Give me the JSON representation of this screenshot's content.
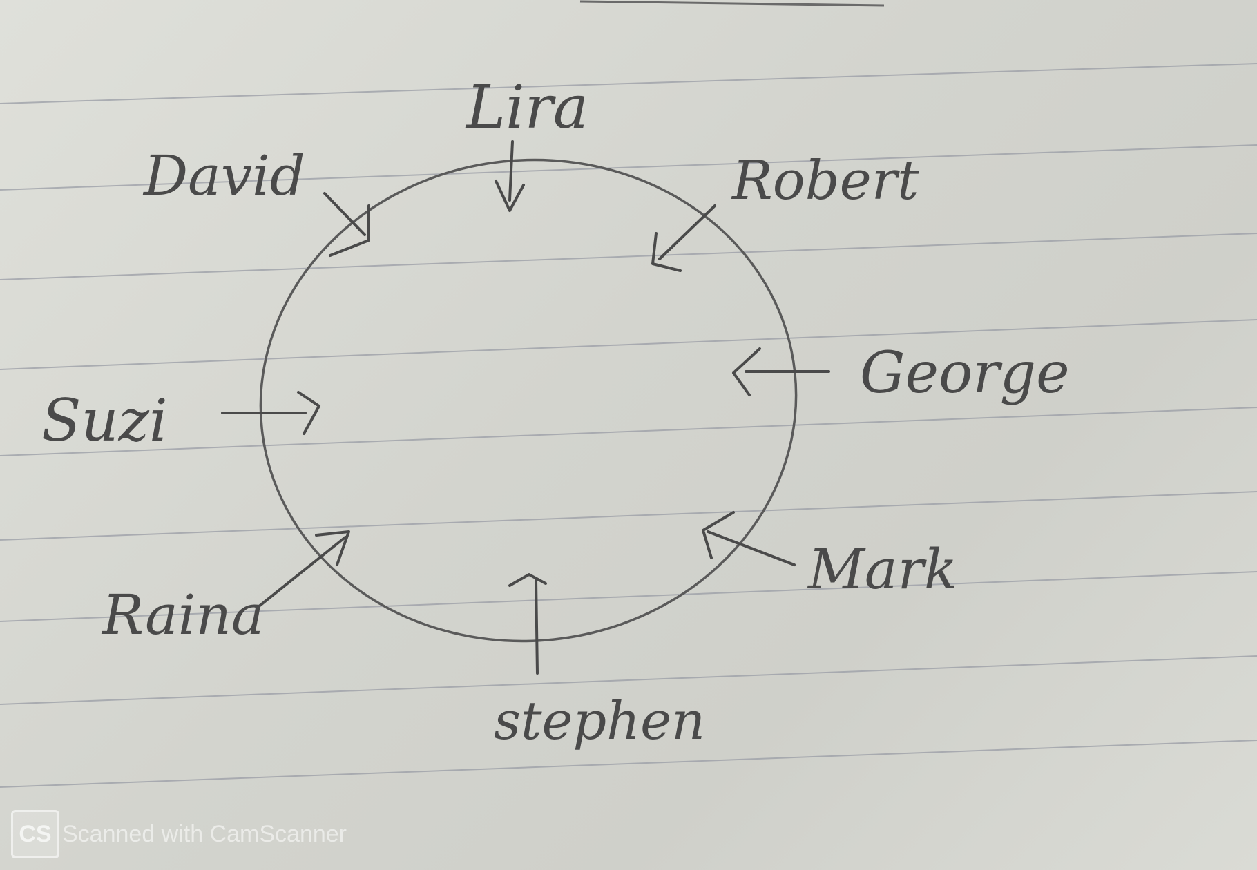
{
  "diagram": {
    "center_node": "",
    "nodes": [
      {
        "id": "lira",
        "label": "Lira"
      },
      {
        "id": "robert",
        "label": "Robert"
      },
      {
        "id": "george",
        "label": "George"
      },
      {
        "id": "mark",
        "label": "Mark"
      },
      {
        "id": "stephen",
        "label": "stephen"
      },
      {
        "id": "raina",
        "label": "Raina"
      },
      {
        "id": "suzi",
        "label": "Suzi"
      },
      {
        "id": "david",
        "label": "David"
      }
    ],
    "edges": [
      {
        "from": "lira",
        "to": "circle"
      },
      {
        "from": "robert",
        "to": "circle"
      },
      {
        "from": "george",
        "to": "circle"
      },
      {
        "from": "mark",
        "to": "circle"
      },
      {
        "from": "stephen",
        "to": "circle"
      },
      {
        "from": "raina",
        "to": "circle"
      },
      {
        "from": "suzi",
        "to": "circle"
      },
      {
        "from": "david",
        "to": "circle"
      }
    ]
  },
  "watermark": {
    "logo": "CS",
    "text": "Scanned with CamScanner"
  },
  "colors": {
    "pencil": "#4a4a4a",
    "paper": "#d7d8d2",
    "rule_line": "#9a9da6"
  }
}
